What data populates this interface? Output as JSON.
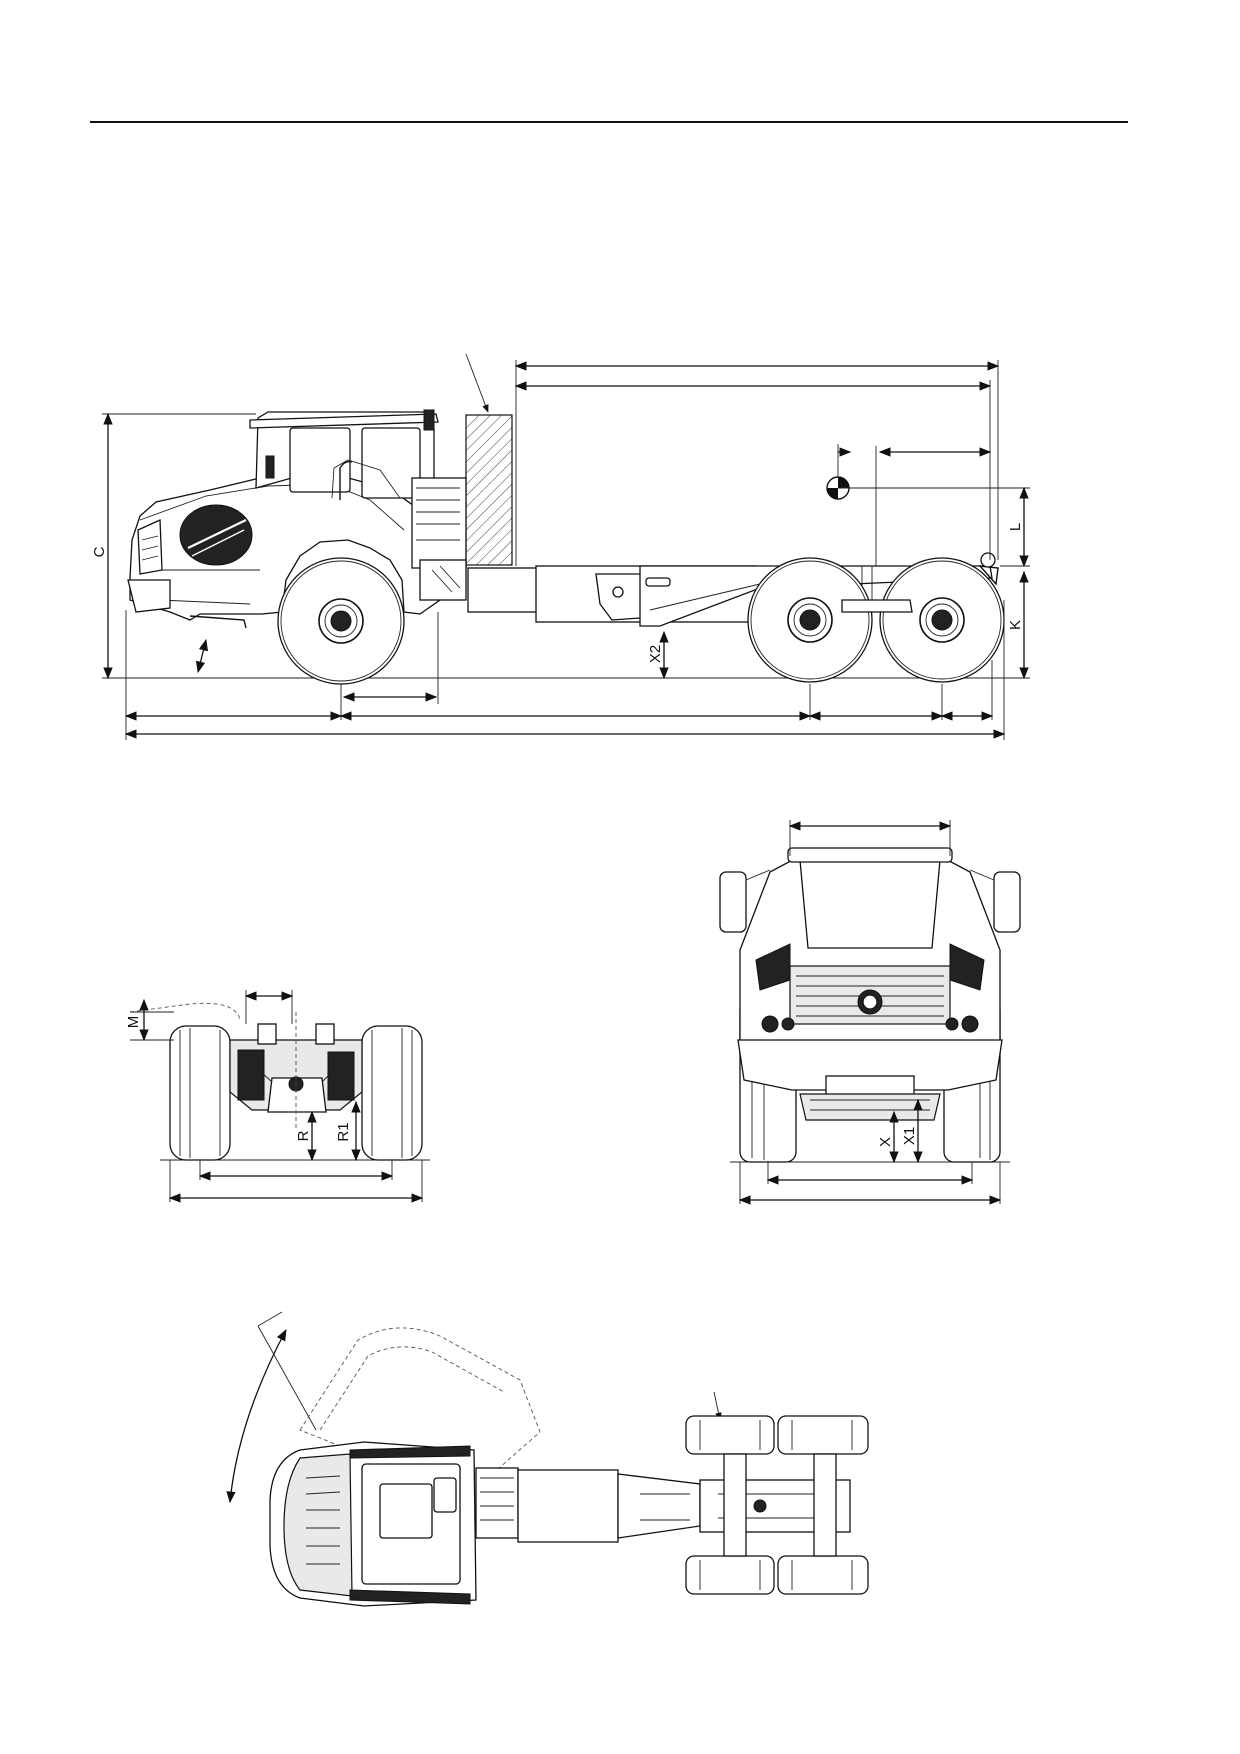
{
  "labels": {
    "C": "C",
    "L": "L",
    "K": "K",
    "X2": "X2",
    "M": "M",
    "R": "R",
    "R1": "R1",
    "X": "X",
    "X1": "X1"
  }
}
